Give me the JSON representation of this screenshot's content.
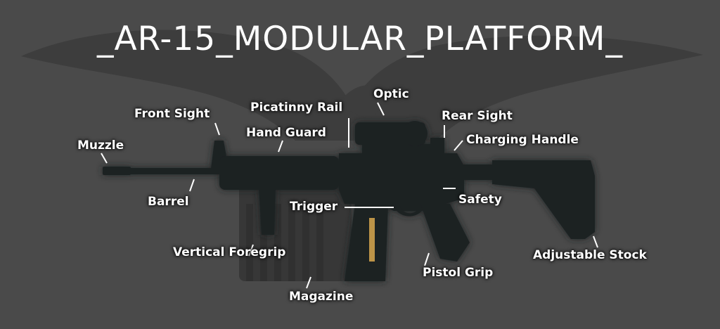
{
  "title": "_AR-15_MODULAR_PLATFORM_",
  "labels": {
    "muzzle": "Muzzle",
    "front_sight": "Front Sight",
    "barrel": "Barrel",
    "hand_guard": "Hand Guard",
    "picatinny_rail": "Picatinny Rail",
    "optic": "Optic",
    "rear_sight": "Rear Sight",
    "charging_handle": "Charging Handle",
    "vertical_foregrip": "Vertical Foregrip",
    "trigger": "Trigger",
    "safety": "Safety",
    "magazine": "Magazine",
    "pistol_grip": "Pistol Grip",
    "adjustable_stock": "Adjustable Stock"
  },
  "colors": {
    "background": "#4a4a4a",
    "text": "#ffffff",
    "rifle": "#1f2024",
    "eagle": "#3a3a3a"
  }
}
